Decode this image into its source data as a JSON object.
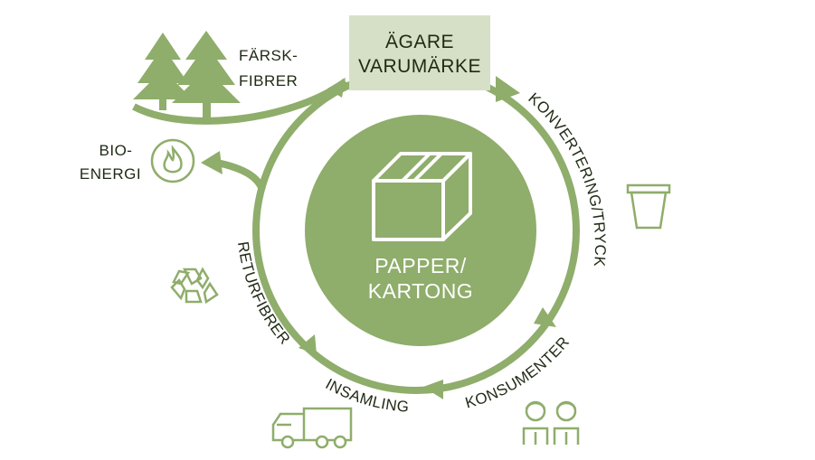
{
  "colors": {
    "green": "#8fad6b",
    "dark_green": "#7a9c58",
    "light_box": "#d6e0c6",
    "text": "#1f2a14"
  },
  "owner_box": {
    "line1": "ÄGARE",
    "line2": "VARUMÄRKE"
  },
  "center": {
    "line1": "PAPPER/",
    "line2": "KARTONG",
    "icon": "box-icon"
  },
  "labels": {
    "fresh_fibers_1": "FÄRSK-",
    "fresh_fibers_2": "FIBRER",
    "bio_energy_1": "BIO-",
    "bio_energy_2": "ENERGI",
    "converting": "KONVERTERING/TRYCK",
    "consumers": "KONSUMENTER",
    "collection": "INSAMLING",
    "returned_fibers": "RETURFIBRER"
  },
  "icons": [
    "tree-icon",
    "fire-icon",
    "recycle-icon",
    "cup-icon",
    "truck-icon",
    "consumers-icon"
  ]
}
